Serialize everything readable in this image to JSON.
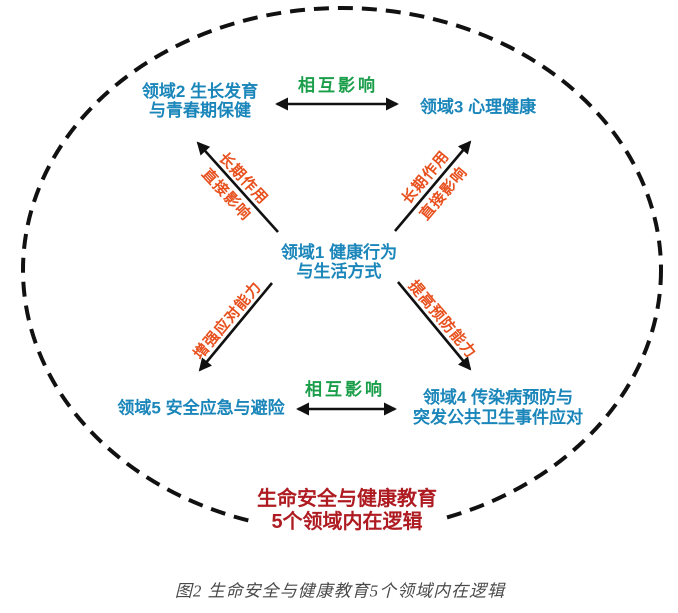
{
  "figure": {
    "nodes": {
      "domain1": {
        "line1": "领域1 健康行为",
        "line2": "与生活方式"
      },
      "domain2": {
        "line1": "领域2 生长发育",
        "line2": "与青春期保健"
      },
      "domain3": {
        "label": "领域3 心理健康"
      },
      "domain4": {
        "line1": "领域4 传染病预防与",
        "line2": "突发公共卫生事件应对"
      },
      "domain5": {
        "label": "领域5 安全应急与避险"
      }
    },
    "edges": {
      "mutual_top": "相互影响",
      "mutual_bottom": "相互影响",
      "long_term": "长期作用",
      "direct": "直接影响",
      "coping": "增强应对能力",
      "prevention": "提高预防能力"
    },
    "ellipse_label": {
      "line1": "生命安全与健康教育",
      "line2": "5个领域内在逻辑"
    },
    "caption": "图2 生命安全与健康教育5个领域内在逻辑",
    "colors": {
      "domain_text": "#1b86ba",
      "mutual_text": "#1a9e4a",
      "diagonal_text": "#e8511e",
      "ellipse_label_text": "#ae1c22",
      "line": "#111111",
      "caption_text": "#4a4a4a"
    }
  }
}
